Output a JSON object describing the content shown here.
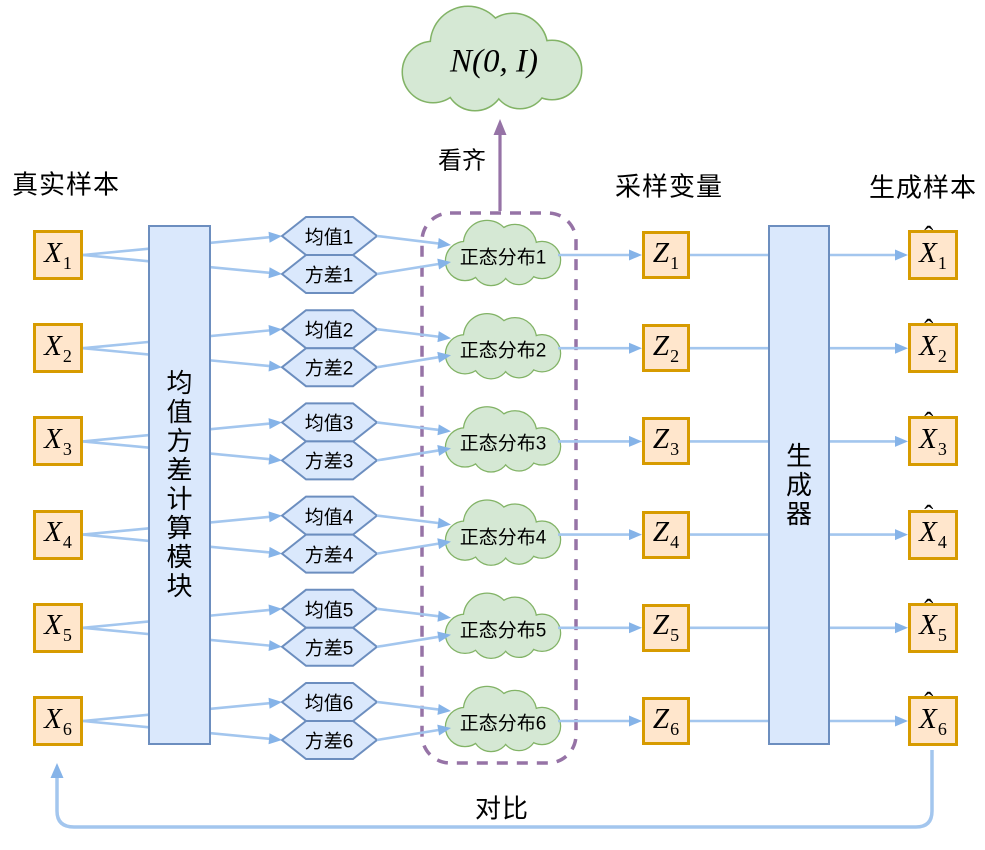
{
  "labels": {
    "real_samples": "真实样本",
    "sampling_variables": "采样变量",
    "generated_samples": "生成样本",
    "align": "看齐",
    "compare": "对比"
  },
  "top_cloud": {
    "label": "N(0, I)"
  },
  "module": {
    "label": "均值方差计算模块"
  },
  "generator": {
    "label": "生成器"
  },
  "rows": [
    {
      "x_base": "X",
      "x_sub": "1",
      "mean": "均值1",
      "variance": "方差1",
      "dist": "正态分布1",
      "z_base": "Z",
      "z_sub": "1",
      "xhat_base": "X",
      "xhat_hat": "ˆ",
      "xhat_sub": "1"
    },
    {
      "x_base": "X",
      "x_sub": "2",
      "mean": "均值2",
      "variance": "方差2",
      "dist": "正态分布2",
      "z_base": "Z",
      "z_sub": "2",
      "xhat_base": "X",
      "xhat_hat": "ˆ",
      "xhat_sub": "2"
    },
    {
      "x_base": "X",
      "x_sub": "3",
      "mean": "均值3",
      "variance": "方差3",
      "dist": "正态分布3",
      "z_base": "Z",
      "z_sub": "3",
      "xhat_base": "X",
      "xhat_hat": "ˆ",
      "xhat_sub": "3"
    },
    {
      "x_base": "X",
      "x_sub": "4",
      "mean": "均值4",
      "variance": "方差4",
      "dist": "正态分布4",
      "z_base": "Z",
      "z_sub": "4",
      "xhat_base": "X",
      "xhat_hat": "ˆ",
      "xhat_sub": "4"
    },
    {
      "x_base": "X",
      "x_sub": "5",
      "mean": "均值5",
      "variance": "方差5",
      "dist": "正态分布5",
      "z_base": "Z",
      "z_sub": "5",
      "xhat_base": "X",
      "xhat_hat": "ˆ",
      "xhat_sub": "5"
    },
    {
      "x_base": "X",
      "x_sub": "6",
      "mean": "均值6",
      "variance": "方差6",
      "dist": "正态分布6",
      "z_base": "Z",
      "z_sub": "6",
      "xhat_base": "X",
      "xhat_hat": "ˆ",
      "xhat_sub": "6"
    }
  ],
  "colors": {
    "sample_box_fill": "#ffe6cc",
    "sample_box_border": "#d79b00",
    "module_fill": "#dae8fc",
    "module_border": "#6c8ebf",
    "cloud_fill": "#d5e8d4",
    "cloud_border": "#82b366",
    "arrow_line": "#a3c6ee",
    "arrow_head": "#85b3e8",
    "align_arrow": "#9673a6"
  }
}
